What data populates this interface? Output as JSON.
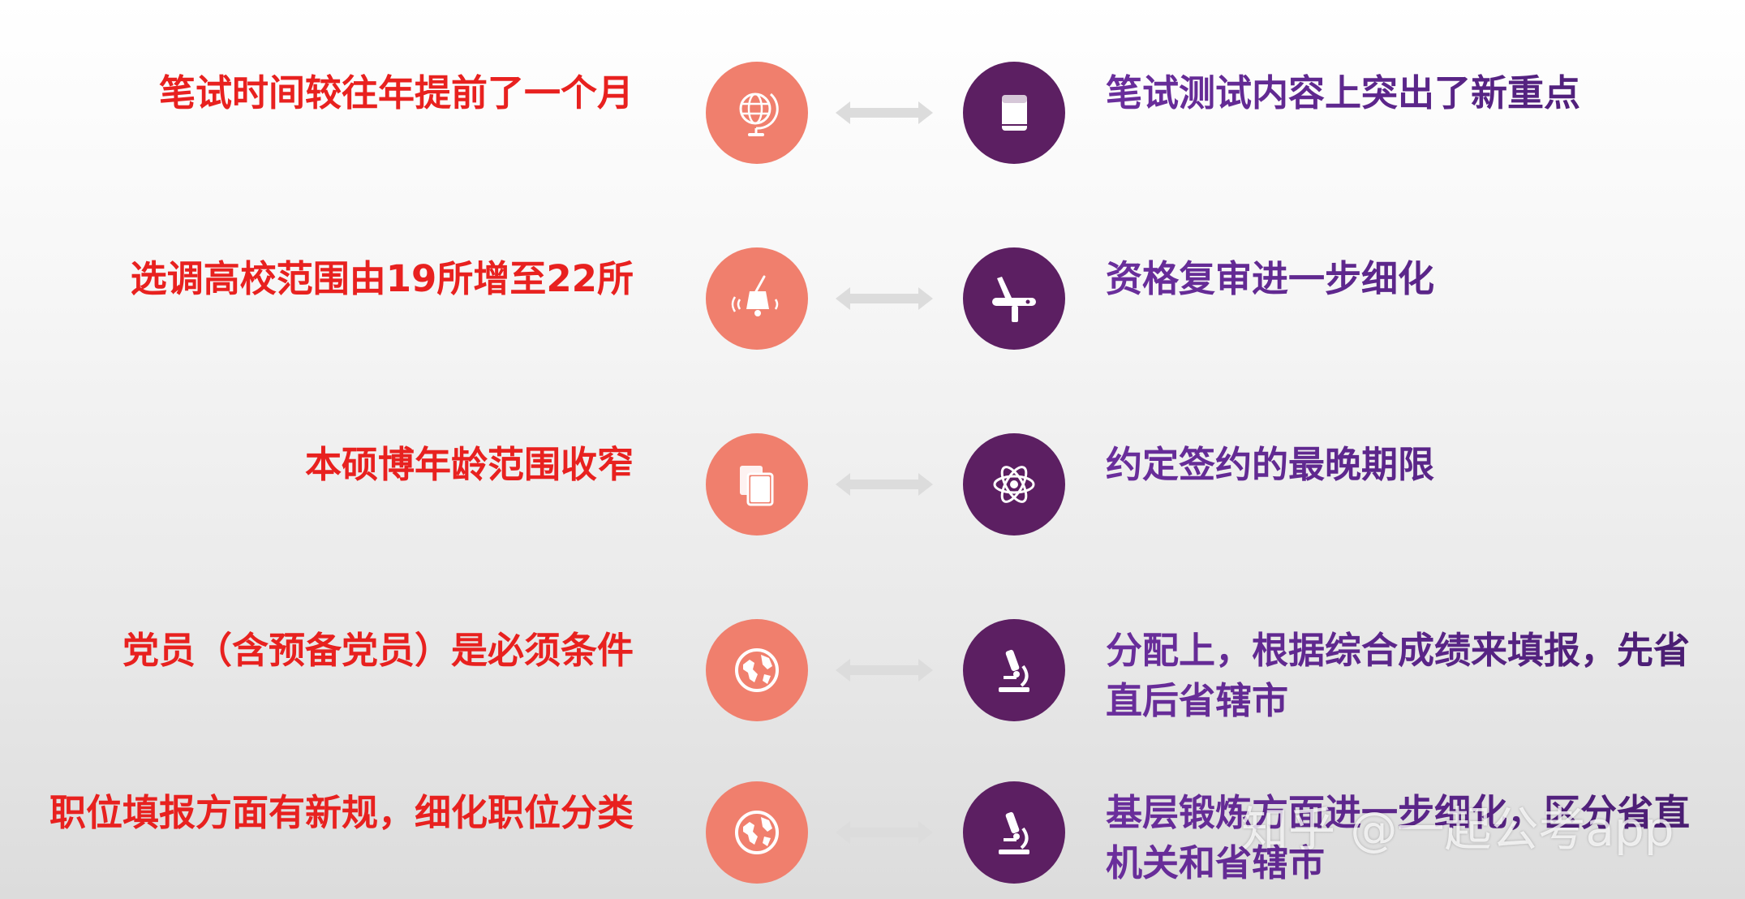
{
  "rows": [
    {
      "left": "笔试时间较往年提前了一个月",
      "right": "笔试测试内容上突出了新重点",
      "left_icon": "globe-stand-icon",
      "right_icon": "book-icon"
    },
    {
      "left": "选调高校范围由19所增至22所",
      "right": "资格复审进一步细化",
      "left_icon": "bell-icon",
      "right_icon": "multitool-icon"
    },
    {
      "left": "本硕博年龄范围收窄",
      "right": "约定签约的最晚期限",
      "left_icon": "documents-icon",
      "right_icon": "atom-icon"
    },
    {
      "left": "党员（含预备党员）是必须条件",
      "right": "分配上，根据综合成绩来填报，先省直后省辖市",
      "left_icon": "earth-icon",
      "right_icon": "microscope-icon"
    },
    {
      "left": "职位填报方面有新规，细化职位分类",
      "right": "基层锻炼方面进一步细化，区分省直机关和省辖市",
      "left_icon": "earth-icon",
      "right_icon": "microscope-icon"
    }
  ],
  "watermark": "知乎 @一起公考app",
  "colors": {
    "left_text": "#e8211f",
    "right_text": "#5a2588",
    "salmon_circle": "#f07f6d",
    "purple_circle": "#5c1f62",
    "arrow": "#dcdcdc"
  }
}
